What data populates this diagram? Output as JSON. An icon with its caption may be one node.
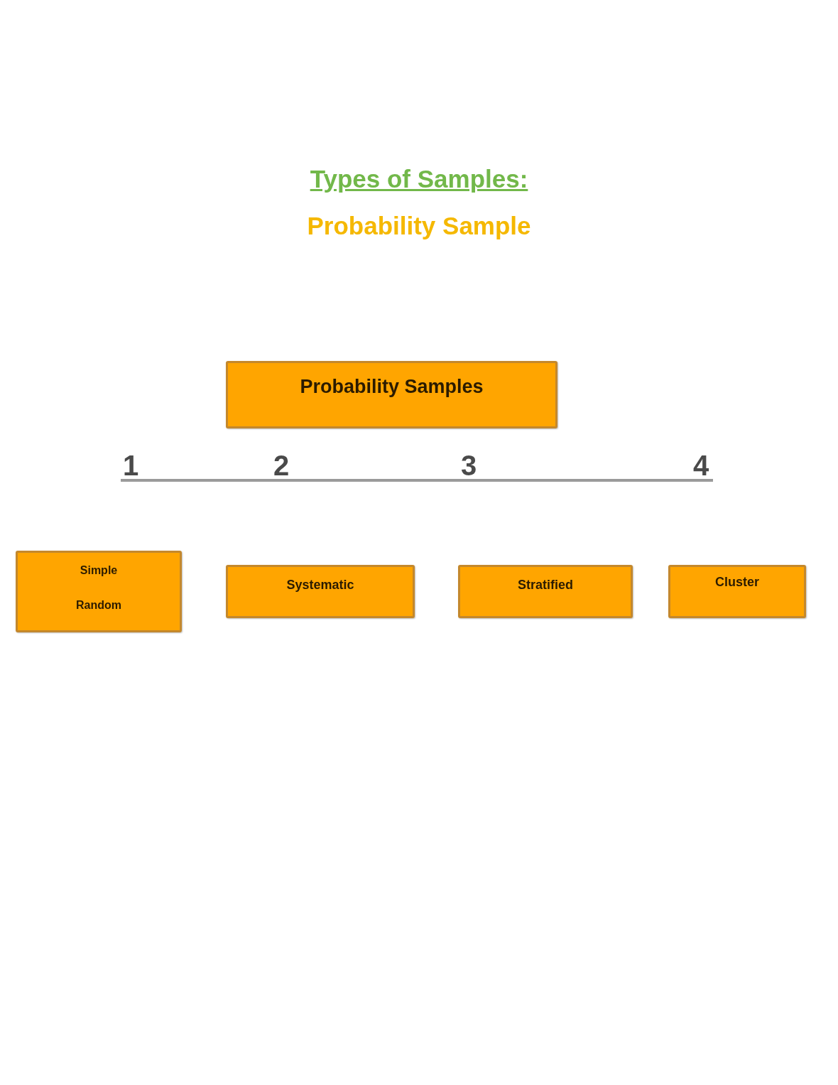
{
  "diagram": {
    "title": "Types of Samples:",
    "nodes": [
      {
        "text": [
          "Probability Samples"
        ]
      },
      {
        "text": [
          "Simple Random"
        ]
      },
      {
        "text": [
          "Systematic"
        ]
      },
      {
        "text": [
          "Stratified"
        ]
      },
      {
        "text": [
          "Cluster"
        ]
      }
    ],
    "labels": [
      "Probability Sample",
      "1",
      "2",
      "3",
      "4"
    ]
  }
}
